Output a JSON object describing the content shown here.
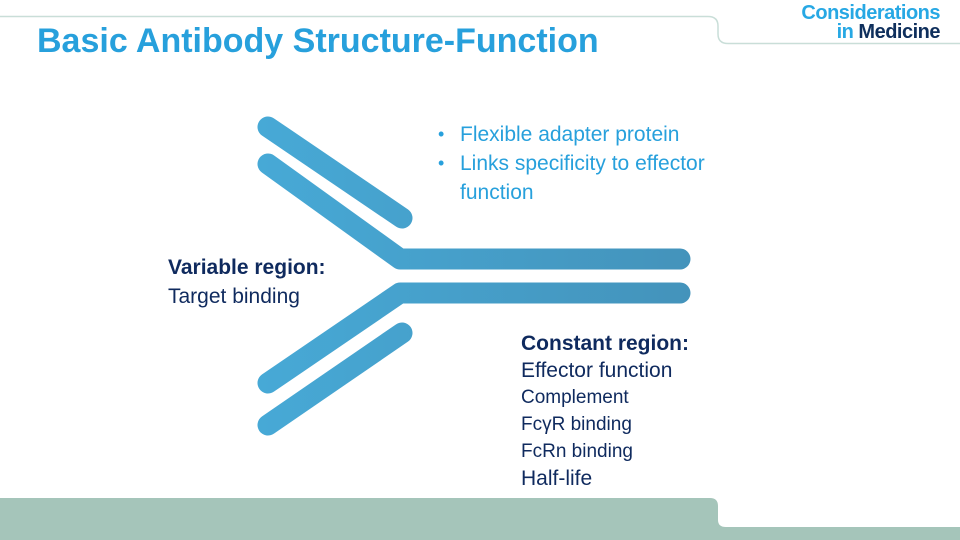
{
  "title": "Basic Antibody Structure-Function",
  "logo": {
    "line1": "Considerations",
    "line2a": "in ",
    "line2b": "Medicine"
  },
  "bullets": [
    "Flexible adapter protein",
    "Links specificity to effector function"
  ],
  "variable_region": {
    "heading": "Variable region:",
    "text": "Target binding"
  },
  "constant_region": {
    "heading": "Constant region:",
    "items": [
      "Effector function",
      "Complement",
      "FcγR binding",
      "FcRn binding",
      "Half-life"
    ]
  },
  "colors": {
    "accent": "#27a0dc",
    "navy": "#0f2a5e",
    "antibody": "#47a7d3",
    "band": "#a5c5ba"
  }
}
